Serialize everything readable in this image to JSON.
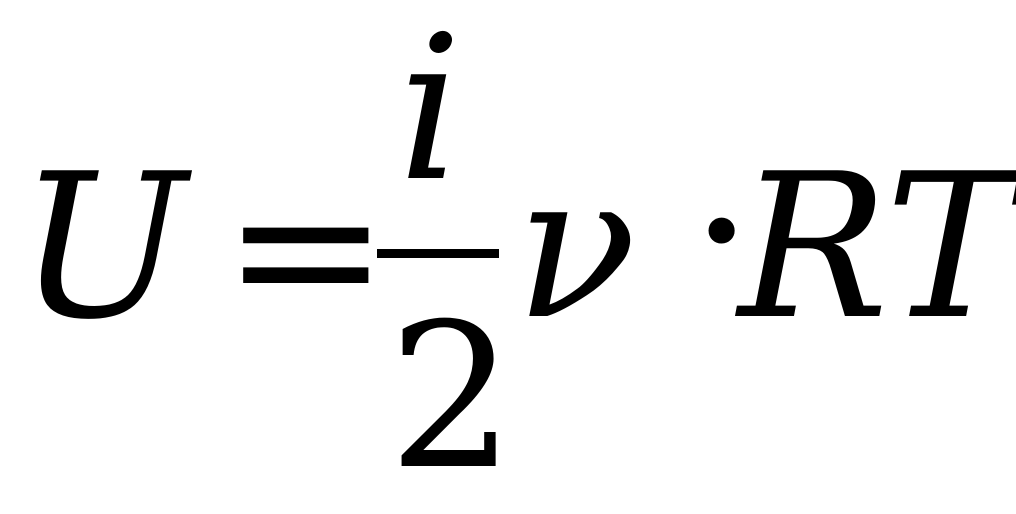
{
  "formula": {
    "lhs": "U",
    "equals": "=",
    "numerator": "i",
    "denominator": "2",
    "nu": "ν",
    "dot": "·",
    "rt": "RT"
  }
}
